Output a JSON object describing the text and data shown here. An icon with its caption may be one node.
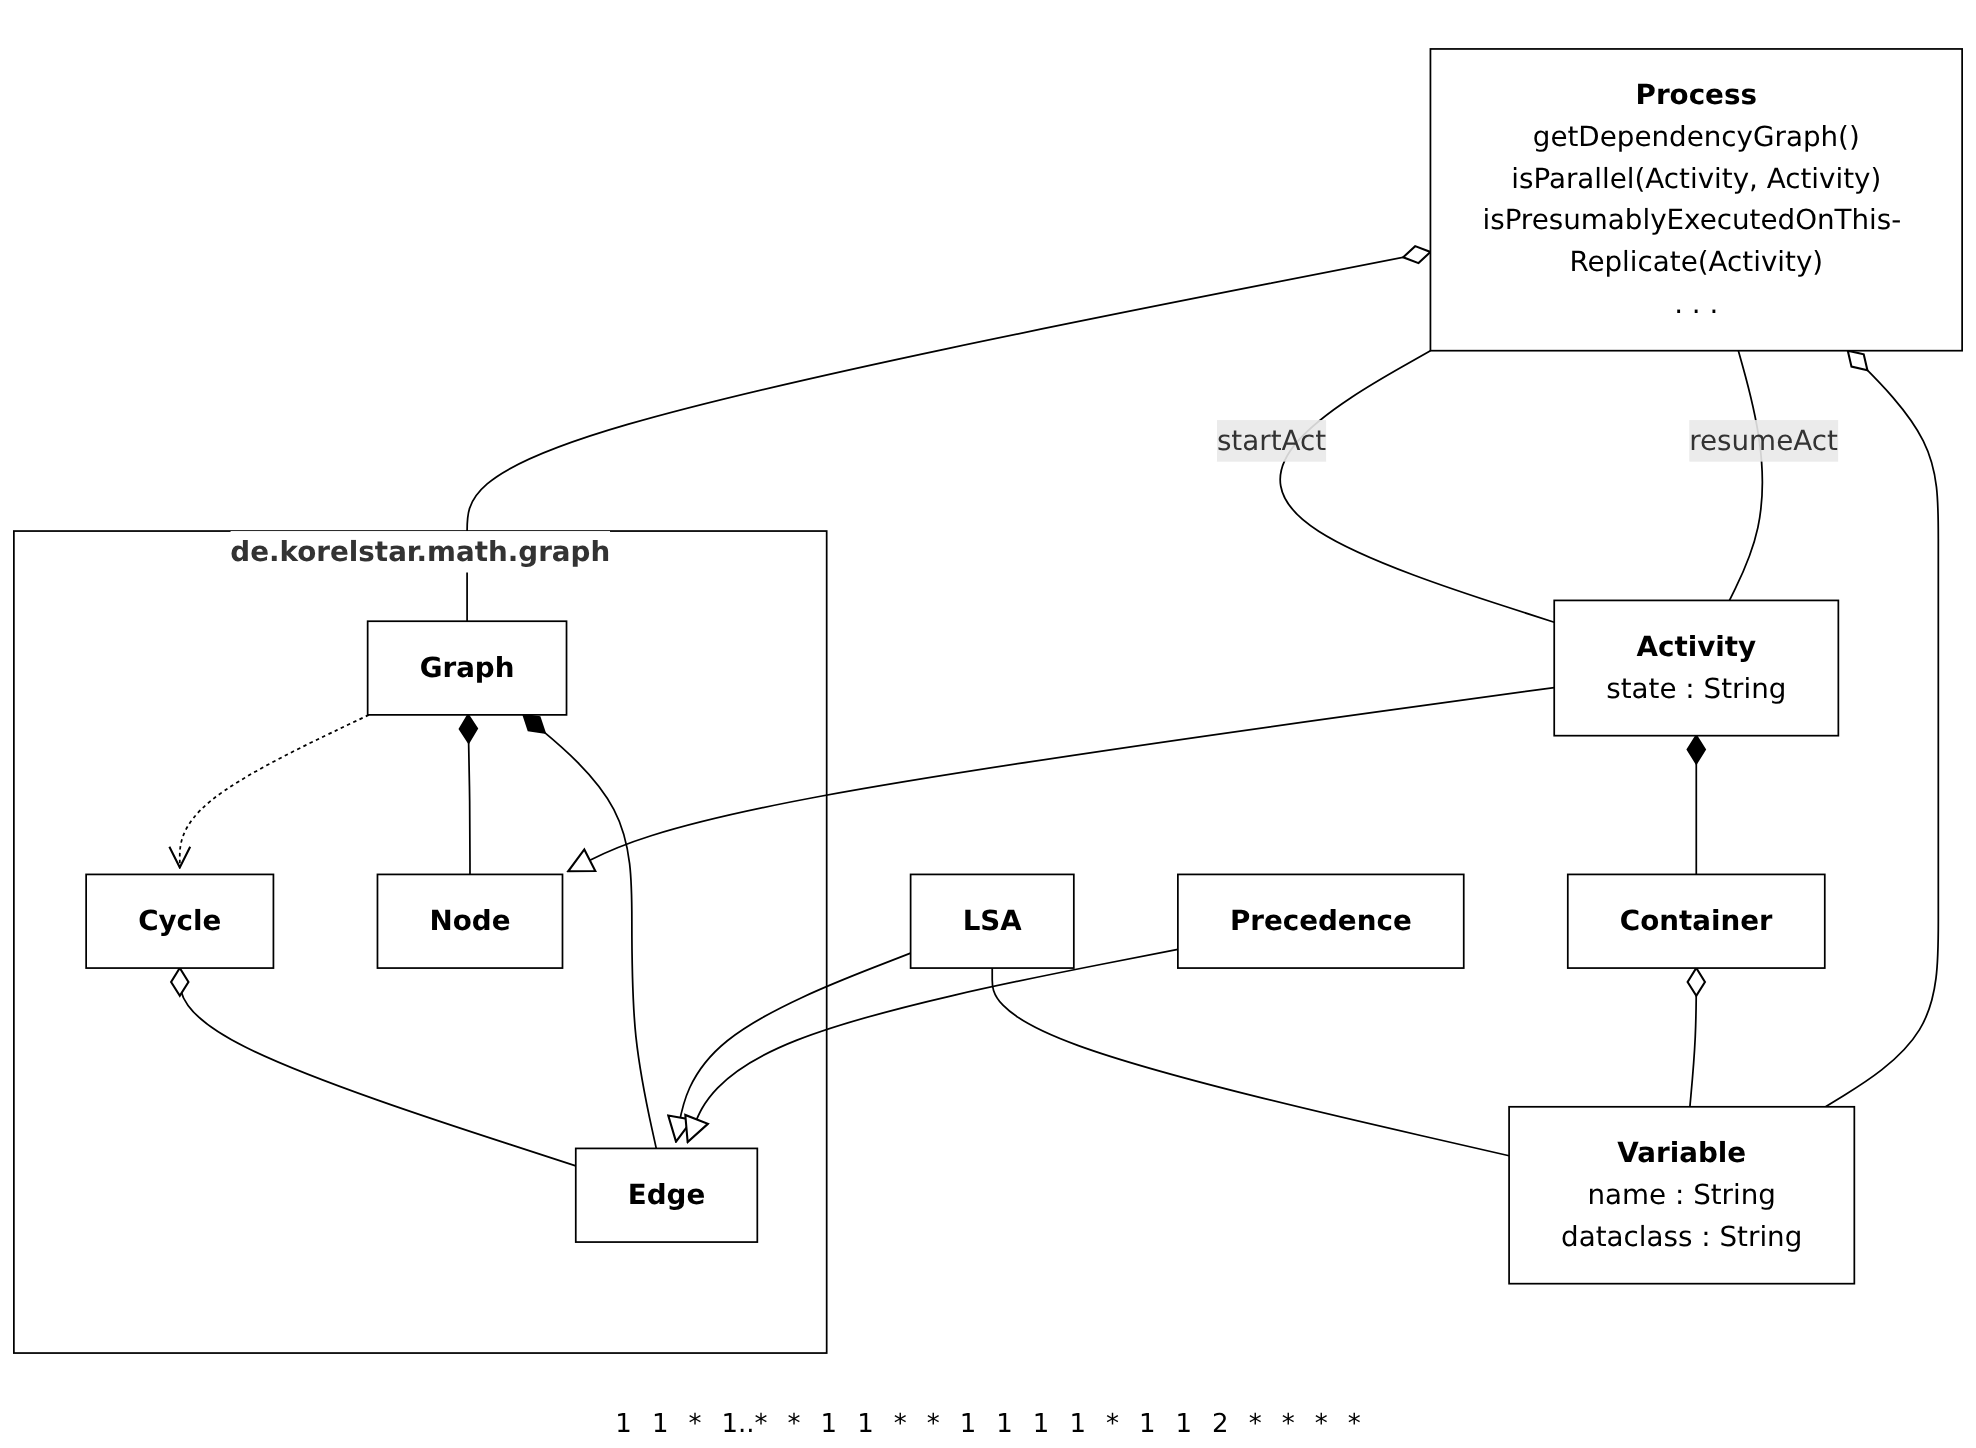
{
  "diagram": {
    "nodes": [
      {
        "text": [
          "de.korelstar.math.graph"
        ]
      },
      {
        "text": [
          "Process",
          "getDependencyGraph()",
          "isParallel(Activity, Activity)",
          "isPresumablyExecutedOnThis- Replicate(Activity)",
          ". . ."
        ]
      },
      {
        "text": [
          "Graph"
        ],
        "in": 0
      },
      {
        "text": [
          "Cycle"
        ],
        "in": 0
      },
      {
        "text": [
          "Node"
        ],
        "in": 0
      },
      {
        "text": [
          "Edge"
        ],
        "in": 0
      },
      {
        "text": [
          "Activity",
          "state : String"
        ]
      },
      {
        "text": [
          "LSA"
        ]
      },
      {
        "text": [
          "Precedence"
        ]
      },
      {
        "text": [
          "Container"
        ]
      },
      {
        "text": [
          "Variable",
          "name : String",
          "dataclass : String"
        ]
      }
    ],
    "edges": [
      {
        "from": 1,
        "to": 2,
        "arrow": "other"
      },
      {
        "from": 2,
        "to": 3,
        "arrow": "to",
        "style": "dashed"
      },
      {
        "from": 2,
        "to": 4,
        "arrow": "other"
      },
      {
        "from": 2,
        "to": 5,
        "arrow": "other"
      },
      {
        "from": 3,
        "to": 5,
        "arrow": "other"
      },
      {
        "from": 6,
        "to": 4,
        "arrow": "to"
      },
      {
        "from": 7,
        "to": 5,
        "arrow": "to"
      },
      {
        "from": 8,
        "to": 5,
        "arrow": "to"
      },
      {
        "from": 1,
        "to": 6,
        "arrow": "none",
        "label": "startAct"
      },
      {
        "from": 1,
        "to": 6,
        "arrow": "none",
        "label": "resumeAct"
      },
      {
        "from": 6,
        "to": 9,
        "arrow": "other"
      },
      {
        "from": 9,
        "to": 10,
        "arrow": "other"
      },
      {
        "from": 1,
        "to": 10,
        "arrow": "other"
      },
      {
        "from": 7,
        "to": 10,
        "arrow": "none"
      }
    ],
    "labels": [
      "1",
      "1",
      "*",
      "1..*",
      "*",
      "1",
      "1",
      "*",
      "*",
      "1",
      "1",
      "1",
      "1",
      "*",
      "1",
      "1",
      "2",
      "*",
      "*",
      "*",
      "*"
    ]
  }
}
